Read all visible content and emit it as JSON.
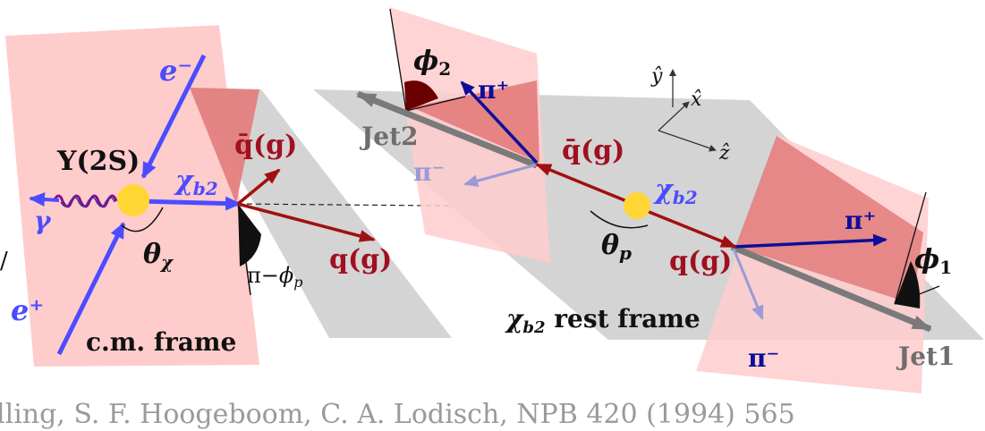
{
  "labels": {
    "e_minus": "e⁻",
    "e_plus": "e⁺",
    "upsilon": "Υ(2S)",
    "gamma": "γ",
    "chi_b2_left": "χ",
    "chi_b2_left_sub": "b2",
    "theta_chi": "θ",
    "theta_chi_sub": "χ",
    "qbar_left": "q̄(g)",
    "q_left": "q(g)",
    "pi_minus_phi_p": "π−",
    "phi_p_sub_italic": "ϕ",
    "phi_p_sub": "p",
    "cm_frame": "c.m. frame",
    "jet2": "Jet2",
    "phi2": "ϕ",
    "phi2_sub": "2",
    "pi_plus_top": "π⁺",
    "pi_minus_top": "π⁻",
    "qbar_mid": "q̄(g)",
    "chi_b2_mid": "χ",
    "chi_b2_mid_sub": "b2",
    "theta_p": "θ",
    "theta_p_sub": "p",
    "q_mid": "q(g)",
    "pi_plus_right": "π⁺",
    "phi1": "ϕ",
    "phi1_sub": "1",
    "pi_minus_bottom": "π⁻",
    "jet1": "Jet1",
    "rest_frame_chi": "χ",
    "rest_frame_sub": "b2",
    "rest_frame_text": " rest frame",
    "axis_y": "ŷ",
    "axis_x": "x̂",
    "axis_z": "ẑ",
    "left_stub": "/"
  },
  "citation": "lling, S. F. Hoogeboom, C. A. Lodisch, NPB 420 (1994) 565",
  "colors": {
    "pink_plane": "#ffcccc",
    "pink_dark": "#e66a6a",
    "gray_plane": "#d4d4d4",
    "blue": "#4c4cff",
    "darkblue": "#0d0d99",
    "red_arrow": "#a01010",
    "label_red": "#a01020",
    "yellow": "#ffd633",
    "jet_gray": "#7a7a7a"
  }
}
